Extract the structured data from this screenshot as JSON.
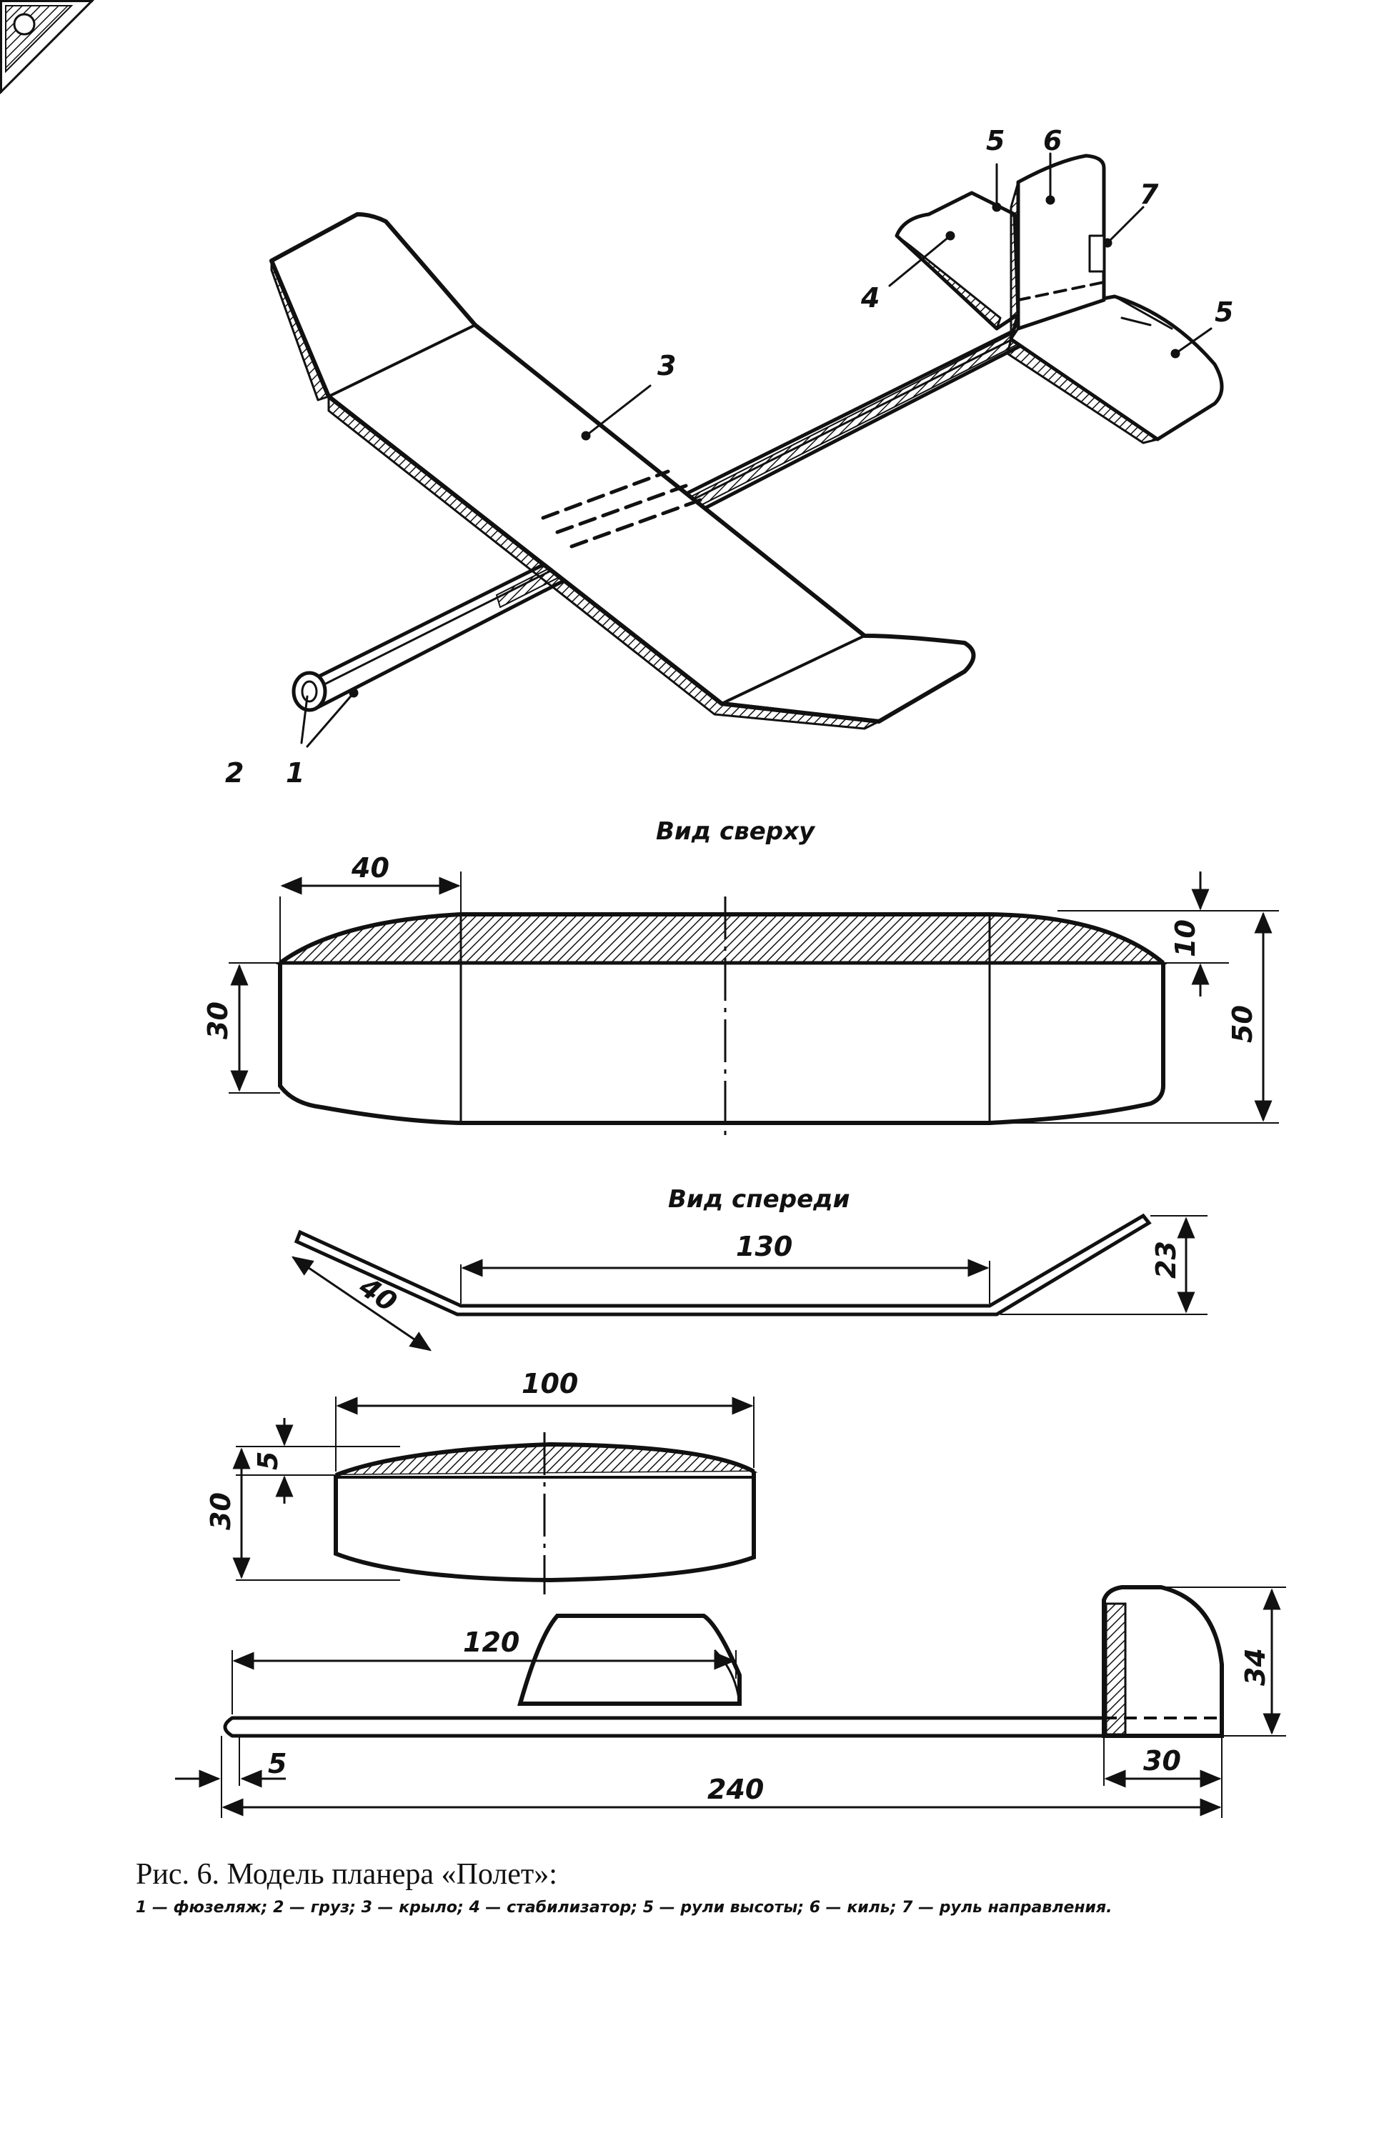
{
  "part_labels": {
    "p1": "1",
    "p2": "2",
    "p3": "3",
    "p4": "4",
    "p5a": "5",
    "p5b": "5",
    "p6": "6",
    "p7": "7"
  },
  "views": {
    "top": "Вид сверху",
    "front": "Вид спереди"
  },
  "dimensions": {
    "top_40": "40",
    "top_10": "10",
    "top_30": "30",
    "top_50": "50",
    "front_130": "130",
    "front_40": "40",
    "front_23": "23",
    "stab_100": "100",
    "stab_5": "5",
    "stab_30": "30",
    "side_120": "120",
    "side_34": "34",
    "side_5": "5",
    "side_30": "30",
    "side_240": "240"
  },
  "caption": {
    "title": "Рис. 6. Модель планера «Полет»:",
    "legend": "1 — фюзеляж; 2 — груз; 3 — крыло; 4 — стабилизатор; 5 — рули высоты; 6 — киль; 7 — руль направления."
  }
}
